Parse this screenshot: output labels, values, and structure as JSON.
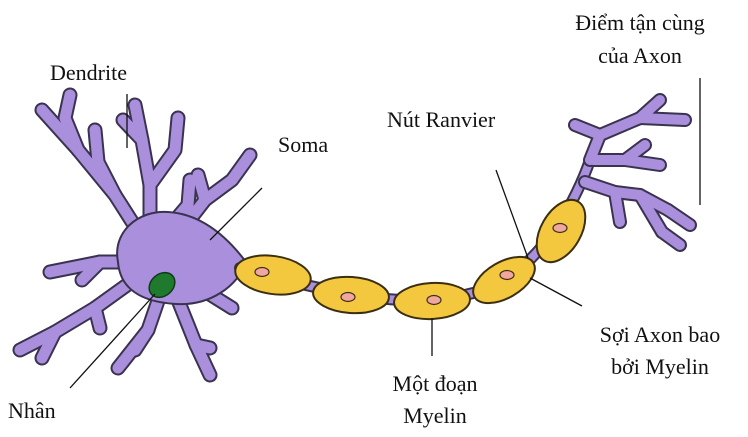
{
  "labels": {
    "dendrite": "Dendrite",
    "soma": "Soma",
    "axon_terminal_line1": "Điểm tận cùng",
    "axon_terminal_line2": "của Axon",
    "node_of_ranvier": "Nút Ranvier",
    "myelinated_axon_line1": "Sợi Axon bao",
    "myelinated_axon_line2": "bởi Myelin",
    "myelin_segment_line1": "Một đoạn",
    "myelin_segment_line2": "Myelin",
    "nucleus": "Nhân"
  },
  "colors": {
    "neuron_body": "#a98fdc",
    "neuron_outline": "#3a3350",
    "myelin": "#f3c83e",
    "myelin_outline": "#3b2f12",
    "inner_nucleus": "#f2a6a0",
    "nucleus": "#1f7a2e",
    "leader_line": "#111111"
  }
}
